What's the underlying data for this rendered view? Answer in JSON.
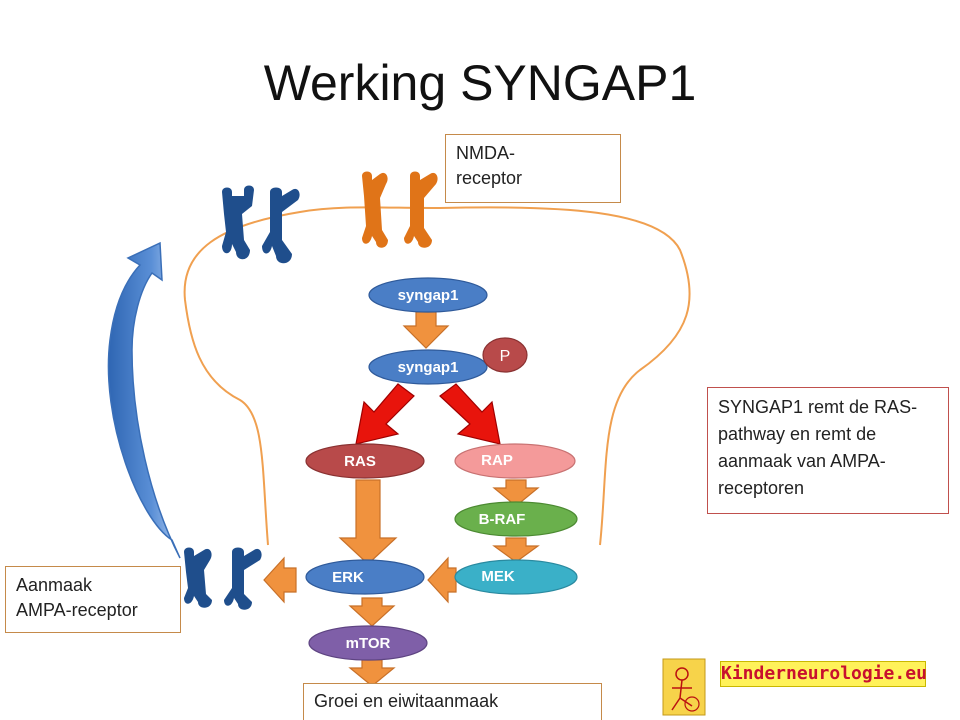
{
  "title": "Werking SYNGAP1",
  "boxes": {
    "nmda": "NMDA-\nreceptor",
    "explanation": "SYNGAP1 remt de RAS-pathway en remt de aanmaak van AMPA-receptoren",
    "ampa": "Aanmaak\nAMPA-receptor",
    "growth": "Groei en eiwitaanmaak"
  },
  "nodes": {
    "syngap1_top": "syngap1",
    "syngap1_p": "syngap1",
    "p": "P",
    "ras": "RAS",
    "rap": "RAP",
    "braf": "B-RAF",
    "erk": "ERK",
    "mek": "MEK",
    "mtor": "mTOR"
  },
  "logo": "Kinderneurologie.eu",
  "colors": {
    "syngap": "#4a7ec6",
    "p_node": "#b84a4a",
    "ras": "#b84a4a",
    "rap": "#f49a9a",
    "braf": "#6ab04c",
    "erk": "#4a7ec6",
    "mek": "#3ab0c8",
    "mtor": "#7f5fa8",
    "block_arrow": "#f0923e",
    "red_arrow": "#e8140c",
    "ampa_receptor": "#1f4e8c",
    "nmda_receptor": "#e07418",
    "membrane": "#f0a050"
  }
}
